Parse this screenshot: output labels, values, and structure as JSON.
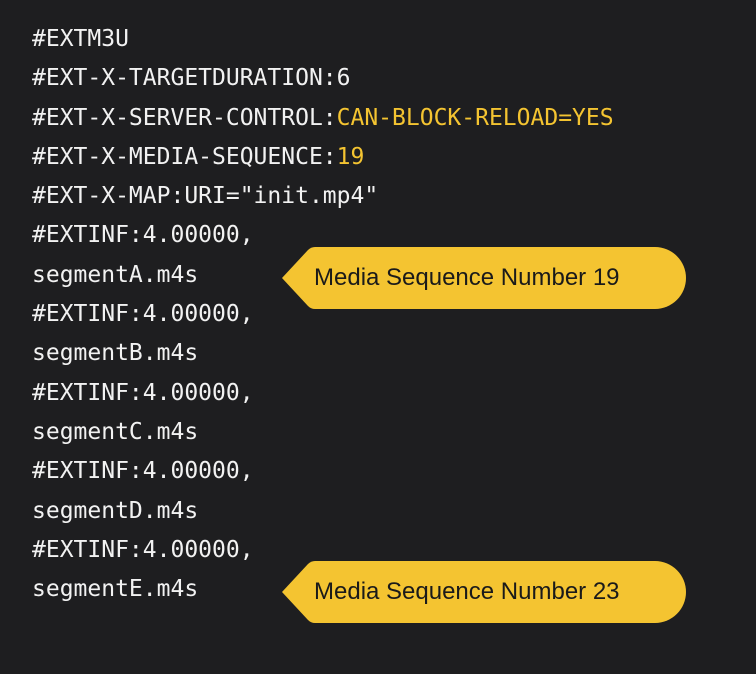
{
  "playlist": {
    "lines": [
      {
        "text": "#EXTM3U",
        "value": ""
      },
      {
        "text": "#EXT-X-TARGETDURATION:6",
        "value": ""
      },
      {
        "text": "#EXT-X-SERVER-CONTROL:",
        "value": "CAN-BLOCK-RELOAD=YES"
      },
      {
        "text": "#EXT-X-MEDIA-SEQUENCE:",
        "value": "19"
      },
      {
        "text": "#EXT-X-MAP:URI=\"init.mp4\"",
        "value": ""
      },
      {
        "text": "#EXTINF:4.00000,",
        "value": ""
      },
      {
        "text": "segmentA.m4s",
        "value": ""
      },
      {
        "text": "#EXTINF:4.00000,",
        "value": ""
      },
      {
        "text": "segmentB.m4s",
        "value": ""
      },
      {
        "text": "#EXTINF:4.00000,",
        "value": ""
      },
      {
        "text": "segmentC.m4s",
        "value": ""
      },
      {
        "text": "#EXTINF:4.00000,",
        "value": ""
      },
      {
        "text": "segmentD.m4s",
        "value": ""
      },
      {
        "text": "#EXTINF:4.00000,",
        "value": ""
      },
      {
        "text": "segmentE.m4s",
        "value": ""
      }
    ]
  },
  "callouts": {
    "first": "Media Sequence Number 19",
    "last": "Media Sequence Number 23"
  },
  "colors": {
    "background": "#1e1e20",
    "text": "#f2f2f2",
    "highlight": "#f4c431",
    "callout_fill": "#f4c431",
    "callout_text": "#1a1a1a"
  }
}
